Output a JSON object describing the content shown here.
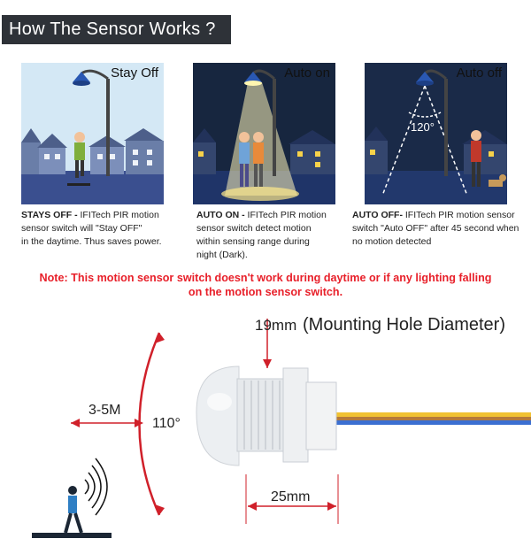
{
  "header": {
    "title": "How The Sensor Works ?"
  },
  "panels": [
    {
      "label": "Stay Off",
      "desc_bold": "STAYS OFF -",
      "desc_line1": " IFITech PIR motion",
      "desc_line2": "sensor switch will \"Stay OFF\"",
      "desc_line3": "in the daytime. Thus saves power.",
      "desc_line4": ""
    },
    {
      "label": "Auto on",
      "desc_bold": "AUTO ON -",
      "desc_line1": " IFITech PIR motion",
      "desc_line2": "sensor switch detect motion",
      "desc_line3": "within sensing range during",
      "desc_line4": "night (Dark)."
    },
    {
      "label": "Auto off",
      "desc_bold": "AUTO OFF-",
      "desc_line1": " IFITech PIR motion sensor",
      "desc_line2": "switch \"Auto OFF\" after 45 second when",
      "desc_line3": "no motion detected",
      "desc_line4": "",
      "angle": "120°"
    }
  ],
  "note": {
    "line1": "Note: This motion sensor switch doesn't work during daytime or if any lighting falling",
    "line2": "on the motion sensor switch."
  },
  "diagram": {
    "hole_label": "19mm",
    "hole_desc": "(Mounting Hole Diameter)",
    "range": "3-5M",
    "angle": "110°",
    "width": "25mm"
  },
  "colors": {
    "header_bg": "#2e3238",
    "note": "#e8202a",
    "sky_day": "#d4e8f5",
    "sky_night": "#17263f",
    "road": "#3a4f8f"
  }
}
